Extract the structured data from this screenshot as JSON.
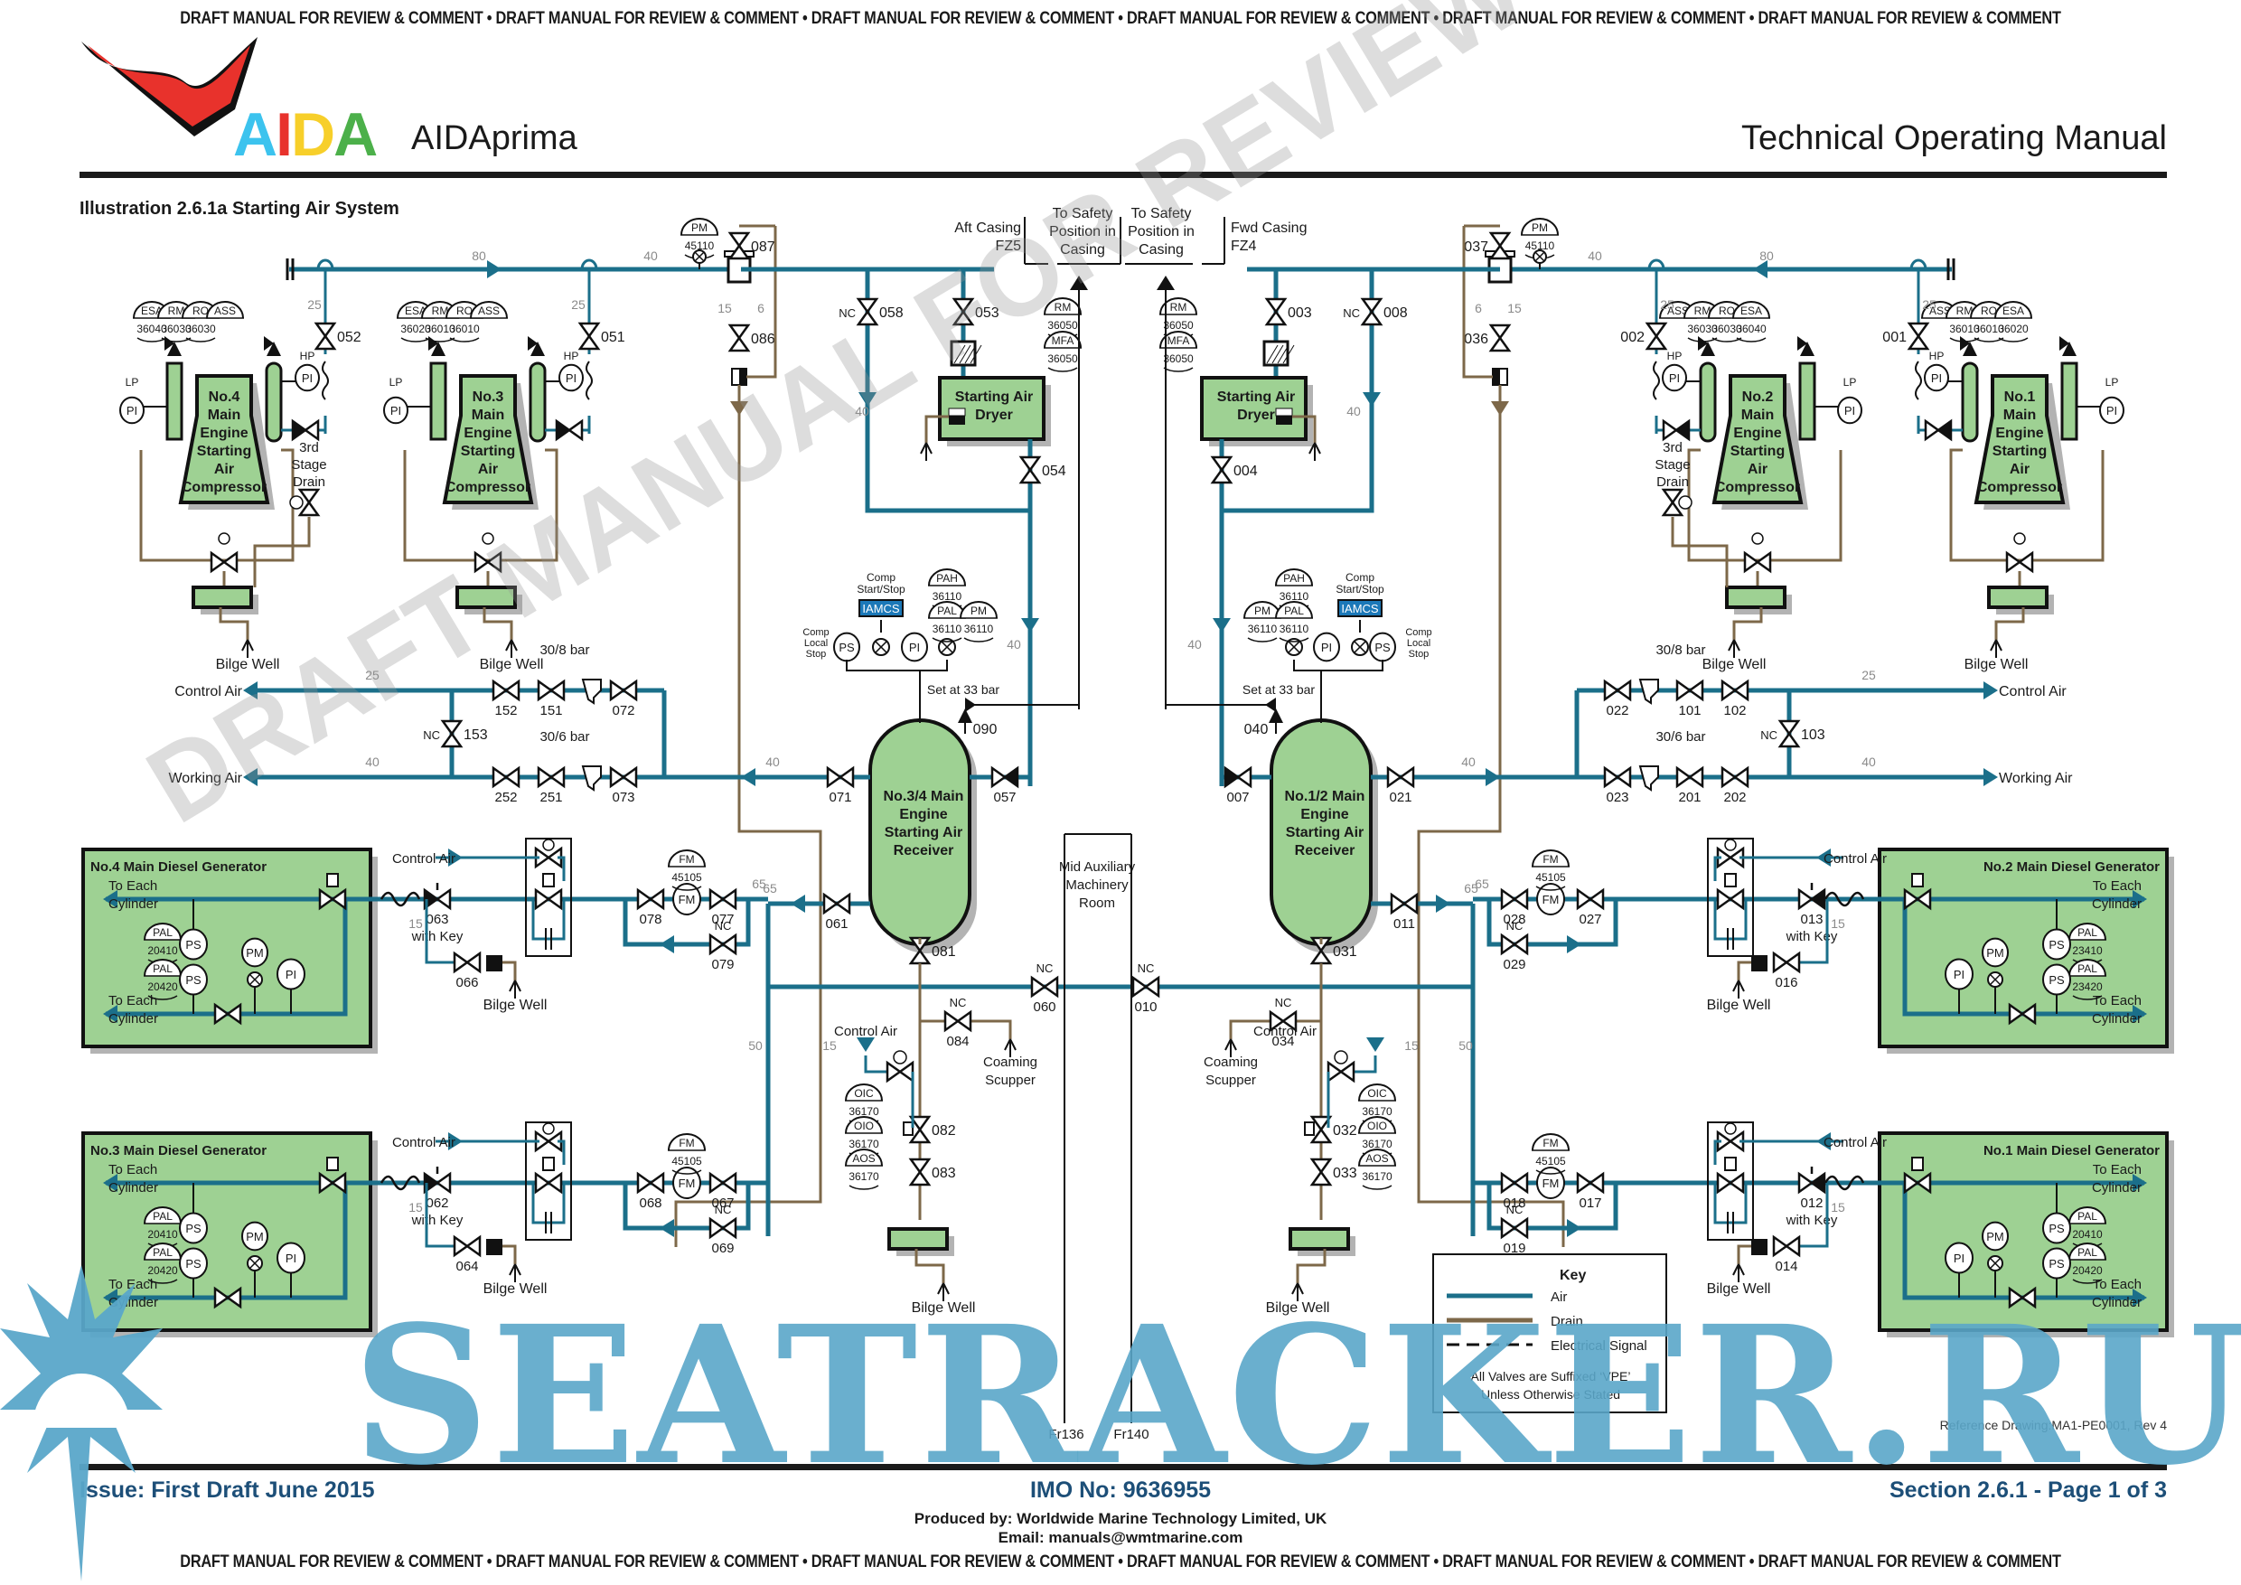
{
  "page": {
    "banner_text": "DRAFT MANUAL FOR REVIEW & COMMENT • DRAFT MANUAL FOR REVIEW & COMMENT • DRAFT MANUAL FOR REVIEW & COMMENT • DRAFT MANUAL FOR REVIEW & COMMENT • DRAFT MANUAL FOR REVIEW & COMMENT  • DRAFT MANUAL FOR REVIEW & COMMENT",
    "brand_letters": [
      {
        "ch": "A",
        "color": "#3cc3ee"
      },
      {
        "ch": "I",
        "color": "#e8322c"
      },
      {
        "ch": "D",
        "color": "#f7cf2a"
      },
      {
        "ch": "A",
        "color": "#4cb04a"
      }
    ],
    "ship_name": "AIDAprima",
    "manual_title": "Technical Operating Manual",
    "illustration_title": "Illustration 2.6.1a Starting Air System",
    "footer": {
      "issue": "Issue: First Draft June 2015",
      "imo": "IMO No: 9636955",
      "section": "Section 2.6.1  -  Page 1 of 3",
      "produced_by": "Produced by: Worldwide Marine Technology Limited, UK",
      "email": "Email: manuals@wmtmarine.com",
      "reference_drawing": "Reference Drawing:MA1-PE0001, Rev 4"
    },
    "watermarks": {
      "diagonal": "DRAFT MANUAL FOR REVIEW & COMMENT",
      "site": "SEATRACKER.RU"
    }
  },
  "colors": {
    "air": "#1b6f8a",
    "drain": "#7d6849",
    "equipment_fill": "#9ed193",
    "iamcs_fill": "#1b78b8",
    "footer_text": "#1d4f78",
    "watermark_site": "#5aa6c9"
  },
  "diagram": {
    "compressors": [
      {
        "id": "c4",
        "lines": [
          "No.4",
          "Main",
          "Engine",
          "Starting",
          "Air",
          "Compressor"
        ],
        "tags": [
          [
            "ESA",
            "36040"
          ],
          [
            "RM",
            "36030"
          ],
          [
            "RO",
            "36030"
          ],
          [
            "ASS",
            ""
          ]
        ],
        "valve": "052",
        "drain_note": [
          "3rd",
          "Stage",
          "Drain"
        ],
        "bilge": "Bilge Well"
      },
      {
        "id": "c3",
        "lines": [
          "No.3",
          "Main",
          "Engine",
          "Starting",
          "Air",
          "Compressor"
        ],
        "tags": [
          [
            "ESA",
            "36020"
          ],
          [
            "RM",
            "36010"
          ],
          [
            "RO",
            "36010"
          ],
          [
            "ASS",
            ""
          ]
        ],
        "valve": "051",
        "drain_note": [],
        "bilge": "Bilge Well"
      },
      {
        "id": "c2",
        "lines": [
          "No.2",
          "Main",
          "Engine",
          "Starting",
          "Air",
          "Compressor"
        ],
        "tags": [
          [
            "ASS",
            ""
          ],
          [
            "RM",
            "36030"
          ],
          [
            "RO",
            "36030"
          ],
          [
            "ESA",
            "36040"
          ]
        ],
        "valve": "002",
        "drain_note": [
          "3rd",
          "Stage",
          "Drain"
        ],
        "bilge": "Bilge Well"
      },
      {
        "id": "c1",
        "lines": [
          "No.1",
          "Main",
          "Engine",
          "Starting",
          "Air",
          "Compressor"
        ],
        "tags": [
          [
            "ASS",
            ""
          ],
          [
            "RM",
            "36010"
          ],
          [
            "RO",
            "36010"
          ],
          [
            "ESA",
            "36020"
          ]
        ],
        "valve": "001",
        "drain_note": [],
        "bilge": "Bilge Well"
      }
    ],
    "instrument_labels": {
      "lp": "LP",
      "hp": "HP",
      "pi": "PI",
      "s": "S"
    },
    "dryers": [
      {
        "id": "aft",
        "label": [
          "Starting Air",
          "Dryer"
        ],
        "inlet_valve": "053",
        "outlet_valve": "054",
        "bypass_valve": "058",
        "tags": [
          [
            "RM",
            "36050"
          ],
          [
            "MFA",
            "36050"
          ]
        ],
        "casing": [
          "Aft Casing",
          "FZ5"
        ]
      },
      {
        "id": "fwd",
        "label": [
          "Starting Air",
          "Dryer"
        ],
        "inlet_valve": "003",
        "outlet_valve": "004",
        "bypass_valve": "008",
        "tags": [
          [
            "RM",
            "36050"
          ],
          [
            "MFA",
            "36050"
          ]
        ],
        "casing": [
          "Fwd Casing",
          "FZ4"
        ]
      }
    ],
    "safety_position": [
      "To Safety",
      "Position in",
      "Casing"
    ],
    "main_header": {
      "left_valves": [
        "087",
        "086"
      ],
      "right_valves": [
        "037",
        "036"
      ],
      "pm_tag": [
        "PM",
        "45110"
      ]
    },
    "receivers": [
      {
        "id": "r34",
        "label": [
          "No.3/4 Main",
          "Engine",
          "Starting Air",
          "Receiver"
        ],
        "relief": "Set at 33 bar",
        "relief_valve": "090",
        "out_valves": [
          "057",
          "071",
          "061"
        ],
        "drain_valve": "081",
        "tags": [
          [
            "PAH",
            "36110"
          ],
          [
            "PAL",
            "36110"
          ],
          [
            "PM",
            "36110"
          ]
        ]
      },
      {
        "id": "r12",
        "label": [
          "No.1/2 Main",
          "Engine",
          "Starting Air",
          "Receiver"
        ],
        "relief": "Set at 33 bar",
        "relief_valve": "040",
        "out_valves": [
          "007",
          "021",
          "011"
        ],
        "drain_valve": "031",
        "tags": [
          [
            "PAH",
            "36110"
          ],
          [
            "PM",
            "36110"
          ],
          [
            "PAL",
            "36110"
          ]
        ]
      }
    ],
    "comp_control": {
      "start_stop": [
        "Comp",
        "Start/Stop"
      ],
      "iamcs": "IAMCS",
      "local_stop": [
        "Comp",
        "Local",
        "Stop"
      ],
      "ps": "PS"
    },
    "reducing_stations": {
      "left": {
        "control_air": "Control Air",
        "working_air": "Working Air",
        "upper_label": "30/8 bar",
        "lower_label": "30/6 bar",
        "upper_valves": [
          "152",
          "151",
          "072"
        ],
        "lower_valves": [
          "252",
          "251",
          "073"
        ],
        "cross": "153"
      },
      "right": {
        "control_air": "Control Air",
        "working_air": "Working Air",
        "upper_label": "30/8 bar",
        "lower_label": "30/6 bar",
        "upper_valves": [
          "022",
          "101",
          "102"
        ],
        "lower_valves": [
          "023",
          "201",
          "202"
        ],
        "cross": "103"
      }
    },
    "generators": [
      {
        "id": "g4",
        "title": "No.4 Main Diesel Generator",
        "tags": [
          "PAL",
          "20410",
          "PAL",
          "20420"
        ],
        "key_valve": "063",
        "drain_valve": "066",
        "fm_valves": [
          "078",
          "077"
        ],
        "bypass": "079"
      },
      {
        "id": "g3",
        "title": "No.3 Main Diesel Generator",
        "tags": [
          "PAL",
          "20410",
          "PAL",
          "20420"
        ],
        "key_valve": "062",
        "drain_valve": "064",
        "fm_valves": [
          "068",
          "067"
        ],
        "bypass": "069"
      },
      {
        "id": "g2",
        "title": "No.2 Main Diesel Generator",
        "tags": [
          "PAL",
          "23410",
          "PAL",
          "23420"
        ],
        "key_valve": "013",
        "drain_valve": "016",
        "fm_valves": [
          "027",
          "028"
        ],
        "bypass": "029"
      },
      {
        "id": "g1",
        "title": "No.1 Main Diesel Generator",
        "tags": [
          "PAL",
          "20410",
          "PAL",
          "20420"
        ],
        "key_valve": "012",
        "drain_valve": "014",
        "fm_valves": [
          "017",
          "018"
        ],
        "bypass": "019"
      }
    ],
    "gen_common": {
      "to_cylinder": [
        "To Each",
        "Cylinder"
      ],
      "with_key": "with Key",
      "control_air": "Control Air",
      "fm_tag": [
        "FM",
        "45105"
      ],
      "fm": "FM",
      "pm": "PM",
      "pi": "PI",
      "ps": "PS",
      "nc": "NC",
      "bilge": "Bilge Well"
    },
    "crossover": {
      "valves": [
        "060",
        "010"
      ],
      "room": [
        "Mid Auxiliary",
        "Machinery",
        "Room"
      ],
      "frames": [
        "Fr136",
        "Fr140"
      ]
    },
    "receiver_drains": [
      {
        "id": "left",
        "nc_valve": "084",
        "scupper": [
          "Coaming",
          "Scupper"
        ],
        "auto_valves": [
          "082",
          "083"
        ],
        "tags": [
          [
            "OIC",
            "36170"
          ],
          [
            "OIO",
            "36170"
          ],
          [
            "AOS",
            "36170"
          ]
        ],
        "control_air": "Control Air",
        "bilge": "Bilge Well"
      },
      {
        "id": "right",
        "nc_valve": "034",
        "scupper": [
          "Coaming",
          "Scupper"
        ],
        "auto_valves": [
          "032",
          "033"
        ],
        "tags": [
          [
            "OIC",
            "36170"
          ],
          [
            "OIO",
            "36170"
          ],
          [
            "AOS",
            "36170"
          ]
        ],
        "control_air": "Control Air",
        "bilge": "Bilge Well"
      }
    ],
    "pipe_sizes": {
      "d80": "80",
      "d40": "40",
      "d25": "25",
      "d15": "15",
      "d6": "6",
      "d65": "65",
      "d50": "50"
    },
    "key": {
      "title": "Key",
      "items": [
        {
          "label": "Air",
          "style": "air"
        },
        {
          "label": "Drain",
          "style": "drain"
        },
        {
          "label": "Electrical Signal",
          "style": "electrical"
        }
      ],
      "note": [
        "All Valves are Suffixed ‘VPE’",
        "Unless Otherwise Stated"
      ]
    }
  }
}
